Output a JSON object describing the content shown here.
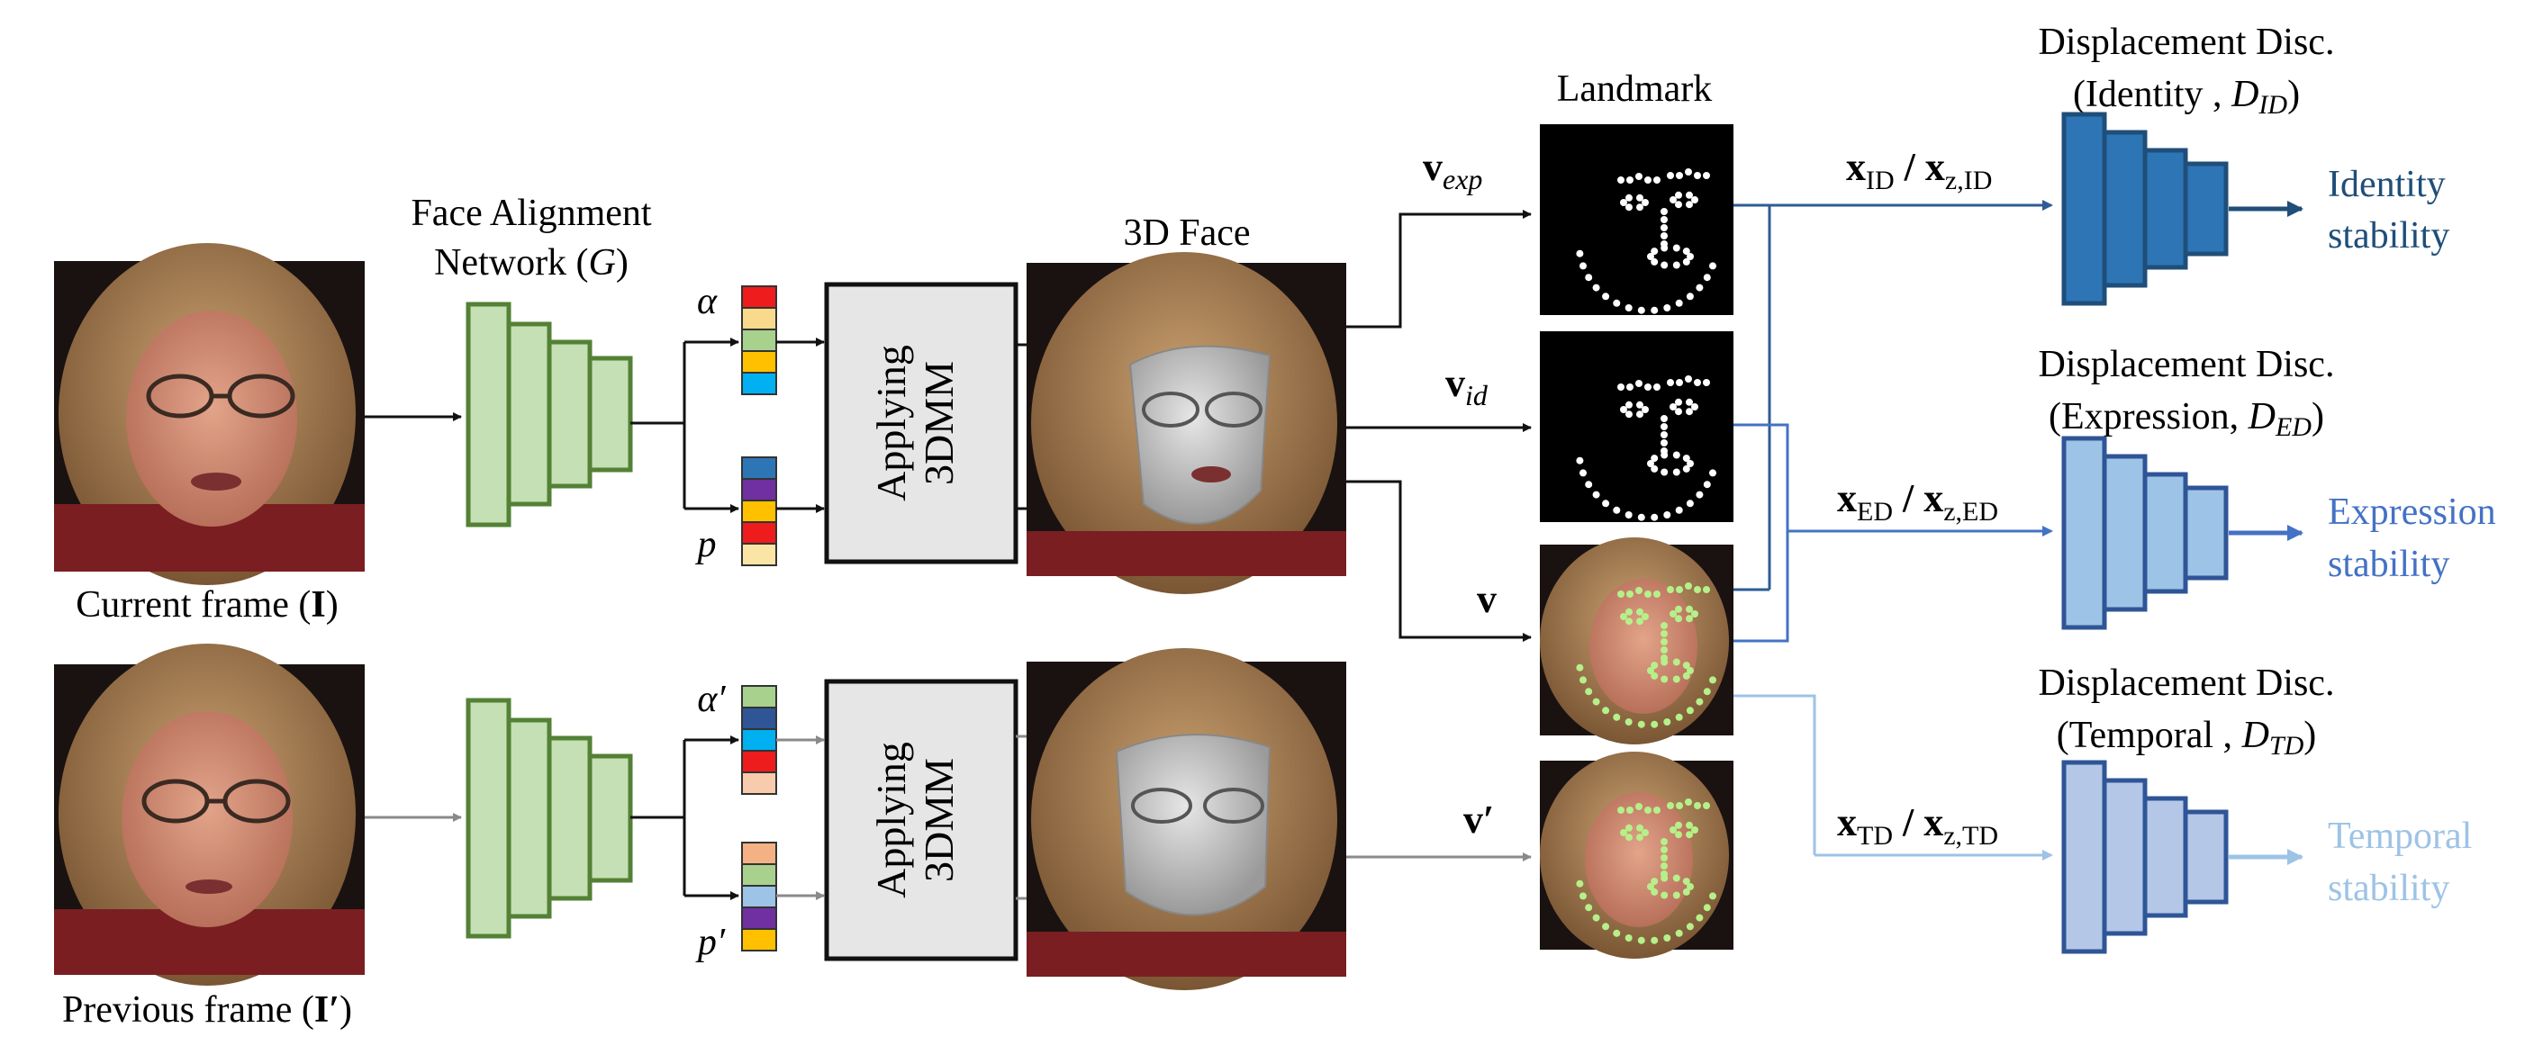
{
  "captions": {
    "current_frame": "Current frame (I)",
    "previous_frame": "Previous frame (I′)"
  },
  "network": {
    "title_line1": "Face Alignment",
    "title_line2": "Network (G)"
  },
  "params": {
    "alpha": "α",
    "p": "p",
    "alpha_prime": "α′",
    "p_prime": "p′",
    "colors_alpha": [
      "#ee1c1c",
      "#f9d98c",
      "#a9d18e",
      "#ffc000",
      "#00b0f0"
    ],
    "colors_p": [
      "#2e75b6",
      "#7030a0",
      "#ffc000",
      "#ee1c1c",
      "#fbe5a6"
    ],
    "colors_alpha_prime": [
      "#a9d18e",
      "#2f5597",
      "#00b0f0",
      "#ee1c1c",
      "#f8cbad"
    ],
    "colors_p_prime": [
      "#f4b183",
      "#a9d18e",
      "#9dc3e6",
      "#7030a0",
      "#ffc000"
    ]
  },
  "threedmm": {
    "line1": "Applying",
    "line2": "3DMM"
  },
  "face3d": {
    "title": "3D Face"
  },
  "landmark": {
    "title": "Landmark"
  },
  "vectors": {
    "v_exp": "v",
    "v_exp_sub": "exp",
    "v_id": "v",
    "v_id_sub": "id",
    "v": "v",
    "v_prime": "v′"
  },
  "inputs": {
    "id": "x_ID / x_z,ID",
    "ed": "x_ED / x_z,ED",
    "td": "x_TD / x_z,TD"
  },
  "discriminators": [
    {
      "line1": "Displacement Disc.",
      "line2": "(Identity , D_ID)",
      "output1": "Identity",
      "output2": "stability",
      "color": "#2e75b6",
      "stroke": "#1f4e79",
      "text_color": "#1f4e79"
    },
    {
      "line1": "Displacement Disc.",
      "line2": "(Expression, D_ED)",
      "output1": "Expression",
      "output2": "stability",
      "color": "#9dc3e6",
      "stroke": "#2f5597",
      "text_color": "#4472c4"
    },
    {
      "line1": "Displacement Disc.",
      "line2": "(Temporal , D_TD)",
      "output1": "Temporal",
      "output2": "stability",
      "color": "#b4c7e7",
      "stroke": "#2f5597",
      "text_color": "#9dc3e6"
    }
  ]
}
